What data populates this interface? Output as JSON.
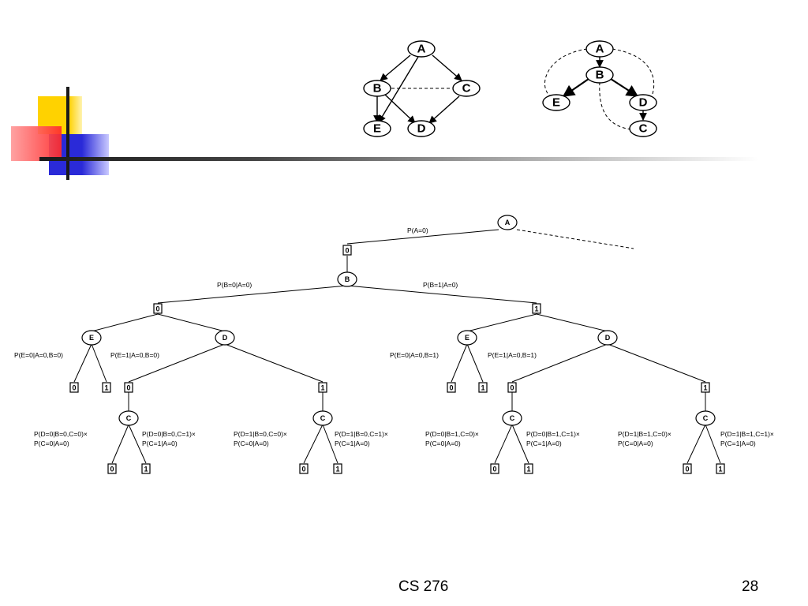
{
  "footer": {
    "course": "CS 276",
    "page": "28"
  },
  "graphs": {
    "left": {
      "nodes": [
        "A",
        "B",
        "C",
        "E",
        "D"
      ]
    },
    "right": {
      "nodes": [
        "A",
        "B",
        "E",
        "D",
        "C"
      ]
    }
  },
  "tree": {
    "nodes": {
      "A": "A",
      "B": "B",
      "C": "C",
      "D": "D",
      "E": "E"
    },
    "leaves": {
      "zero": "0",
      "one": "1"
    },
    "labels": {
      "pa0": "P(A=0)",
      "pb0": "P(B=0|A=0)",
      "pb1": "P(B=1|A=0)",
      "pe0_b0": "P(E=0|A=0,B=0)",
      "pe1_b0": "P(E=1|A=0,B=0)",
      "pe0_b1": "P(E=0|A=0,B=1)",
      "pe1_b1": "P(E=1|A=0,B=1)",
      "c1_l1": "P(D=0|B=0,C=0)×",
      "c1_l2": "P(C=0|A=0)",
      "c2_l1": "P(D=0|B=0,C=1)×",
      "c2_l2": "P(C=1|A=0)",
      "c3_l1": "P(D=1|B=0,C=0)×",
      "c3_l2": "P(C=0|A=0)",
      "c4_l1": "P(D=1|B=0,C=1)×",
      "c4_l2": "P(C=1|A=0)",
      "c5_l1": "P(D=0|B=1,C=0)×",
      "c5_l2": "P(C=0|A=0)",
      "c6_l1": "P(D=0|B=1,C=1)×",
      "c6_l2": "P(C=1|A=0)",
      "c7_l1": "P(D=1|B=1,C=0)×",
      "c7_l2": "P(C=0|A=0)",
      "c8_l1": "P(D=1|B=1,C=1)×",
      "c8_l2": "P(C=1|A=0)"
    }
  }
}
